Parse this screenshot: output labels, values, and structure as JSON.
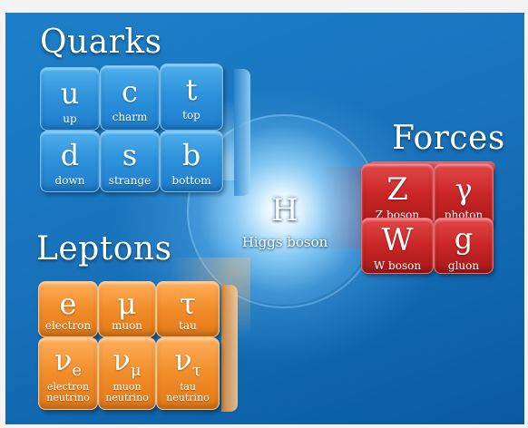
{
  "groups": {
    "quarks": {
      "title": "Quarks",
      "particles": [
        {
          "symbol": "u",
          "name": "up"
        },
        {
          "symbol": "c",
          "name": "charm"
        },
        {
          "symbol": "t",
          "name": "top"
        },
        {
          "symbol": "d",
          "name": "down"
        },
        {
          "symbol": "s",
          "name": "strange"
        },
        {
          "symbol": "b",
          "name": "bottom"
        }
      ]
    },
    "forces": {
      "title": "Forces",
      "particles": [
        {
          "symbol": "Z",
          "name": "Z boson"
        },
        {
          "symbol": "γ",
          "name": "photon"
        },
        {
          "symbol": "W",
          "name": "W boson"
        },
        {
          "symbol": "g",
          "name": "gluon"
        }
      ]
    },
    "leptons": {
      "title": "Leptons",
      "particles": [
        {
          "symbol": "e",
          "name": "electron"
        },
        {
          "symbol": "μ",
          "name": "muon"
        },
        {
          "symbol": "τ",
          "name": "tau"
        },
        {
          "symbol": "ν",
          "sub": "e",
          "name_line1": "electron",
          "name_line2": "neutrino"
        },
        {
          "symbol": "ν",
          "sub": "μ",
          "name_line1": "muon",
          "name_line2": "neutrino"
        },
        {
          "symbol": "ν",
          "sub": "τ",
          "name_line1": "tau",
          "name_line2": "neutrino"
        }
      ]
    }
  },
  "higgs": {
    "symbol": "H",
    "name": "Higgs boson"
  },
  "colors": {
    "background": "#1a74bd",
    "quarks": "#2f93dc",
    "forces": "#c92626",
    "leptons": "#f28d2a"
  }
}
